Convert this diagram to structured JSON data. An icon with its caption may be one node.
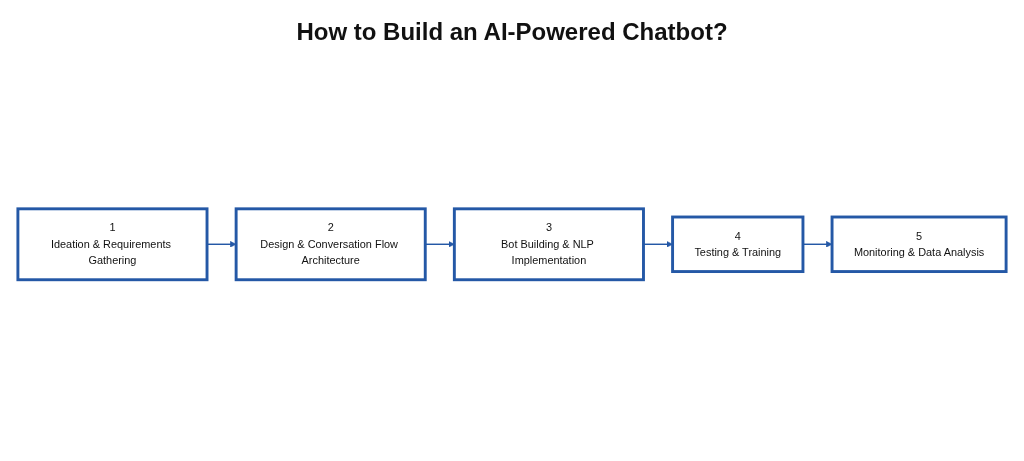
{
  "diagram": {
    "title": "How to Build an AI-Powered Chatbot?",
    "nodes": [
      {
        "text": [
          "1",
          "Ideation & Requirements Gathering"
        ]
      },
      {
        "text": [
          "2",
          "Design & Conversation Flow Architecture"
        ]
      },
      {
        "text": [
          "3",
          "Bot Building & NLP Implementation"
        ]
      },
      {
        "text": [
          "4",
          "Testing & Training"
        ]
      },
      {
        "text": [
          "5",
          "Monitoring & Data Analysis"
        ]
      }
    ],
    "edges": [
      {
        "from": 0,
        "to": 1,
        "arrow": "to"
      },
      {
        "from": 1,
        "to": 2,
        "arrow": "to"
      },
      {
        "from": 2,
        "to": 3,
        "arrow": "to"
      },
      {
        "from": 3,
        "to": 4,
        "arrow": "to"
      }
    ]
  }
}
